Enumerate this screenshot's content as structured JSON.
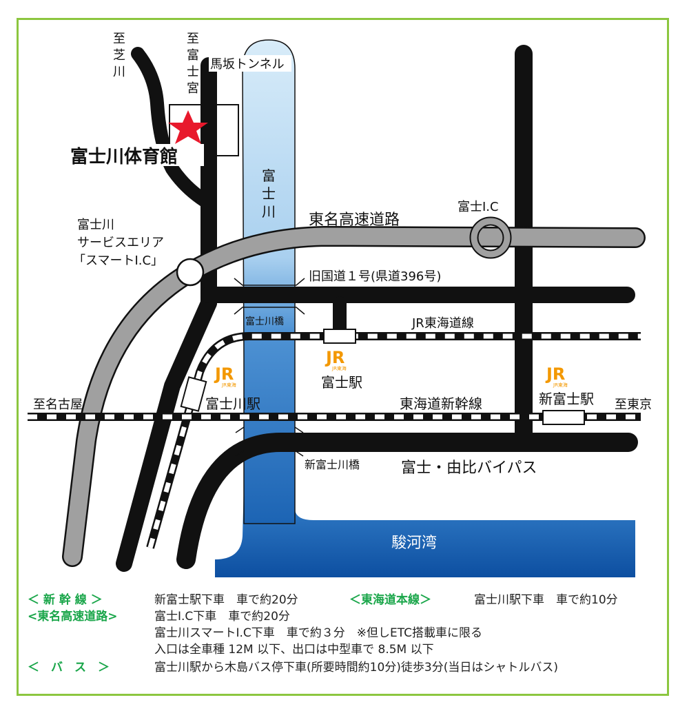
{
  "map": {
    "venue_name": "富士川体育館",
    "to_shibakawa": [
      "至",
      "芝",
      "川"
    ],
    "to_fujinomiya": [
      "至",
      "富",
      "士",
      "宮"
    ],
    "tunnel": "馬坂トンネル",
    "river": [
      "富",
      "士",
      "川"
    ],
    "fuji_ic": "富士I.C",
    "tomei": "東名高速道路",
    "sa_name": [
      "富士川",
      "サービスエリア",
      "「スマートI.C」"
    ],
    "old_route": "旧国道１号(県道396号)",
    "fujikawa_bridge": "富士川橋",
    "jr_tokaido": "JR東海道線",
    "fuji_station": "富士駅",
    "fujikawa_station": "富士川駅",
    "shinkansen": "東海道新幹線",
    "shin_fuji_station": "新富士駅",
    "to_tokyo": "至東京",
    "to_nagoya": "至名古屋",
    "shin_fujikawa_bridge": "新富士川橋",
    "bypass": "富士・由比バイパス",
    "bay": "駿河湾",
    "jr_logo": "JR",
    "jr_logo_sub": "JR東海"
  },
  "colors": {
    "road": "#111111",
    "expressway": "#a0a0a0",
    "river_top": "#cde6f7",
    "river_bottom": "#1c64b4",
    "star": "#e8192c",
    "jr_orange": "#f39800",
    "frame": "#8cc63f",
    "label_green": "#1aa64a"
  },
  "access": {
    "shinkansen": {
      "label": "＜ 新 幹 線 ＞",
      "text": "新富士駅下車　車で約20分"
    },
    "tokaido": {
      "label": "＜東海道本線＞",
      "text": "富士川駅下車　車で約10分"
    },
    "tomei": {
      "label": "<東名高速道路>",
      "lines": [
        "富士I.C下車　車で約20分",
        "富士川スマートI.C下車　車で約３分　※但しETC搭載車に限る",
        "入口は全車種 12M 以下、出口は中型車で 8.5M 以下"
      ]
    },
    "bus": {
      "label": "＜　バ　ス　＞",
      "text": "富士川駅から木島バス停下車(所要時間約10分)徒歩3分(当日はシャトルバス)"
    }
  }
}
